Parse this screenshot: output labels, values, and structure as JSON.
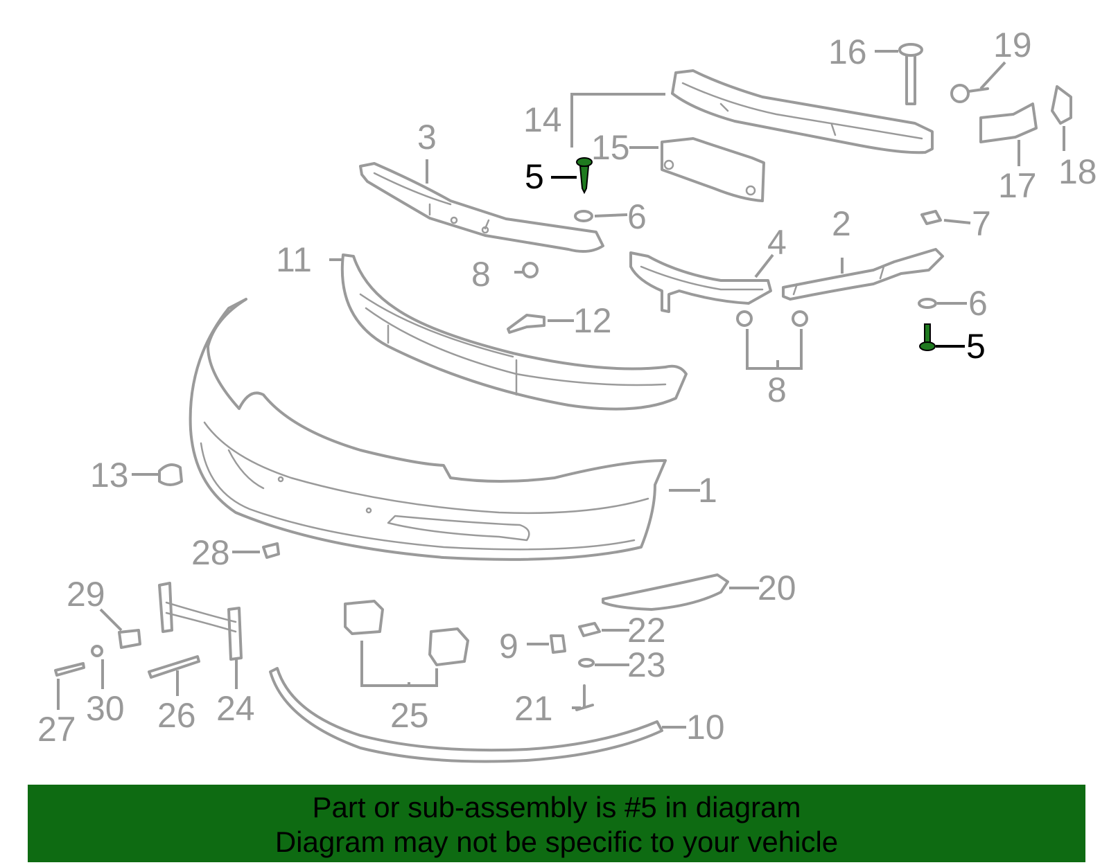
{
  "diagram": {
    "callouts": [
      {
        "id": "c1",
        "label": "1",
        "highlighted": false
      },
      {
        "id": "c2",
        "label": "2",
        "highlighted": false
      },
      {
        "id": "c3",
        "label": "3",
        "highlighted": false
      },
      {
        "id": "c4",
        "label": "4",
        "highlighted": false
      },
      {
        "id": "c5a",
        "label": "5",
        "highlighted": true
      },
      {
        "id": "c5b",
        "label": "5",
        "highlighted": true
      },
      {
        "id": "c6a",
        "label": "6",
        "highlighted": false
      },
      {
        "id": "c6b",
        "label": "6",
        "highlighted": false
      },
      {
        "id": "c7",
        "label": "7",
        "highlighted": false
      },
      {
        "id": "c8a",
        "label": "8",
        "highlighted": false
      },
      {
        "id": "c8b",
        "label": "8",
        "highlighted": false
      },
      {
        "id": "c9",
        "label": "9",
        "highlighted": false
      },
      {
        "id": "c10",
        "label": "10",
        "highlighted": false
      },
      {
        "id": "c11",
        "label": "11",
        "highlighted": false
      },
      {
        "id": "c12",
        "label": "12",
        "highlighted": false
      },
      {
        "id": "c13",
        "label": "13",
        "highlighted": false
      },
      {
        "id": "c14",
        "label": "14",
        "highlighted": false
      },
      {
        "id": "c15",
        "label": "15",
        "highlighted": false
      },
      {
        "id": "c16",
        "label": "16",
        "highlighted": false
      },
      {
        "id": "c17",
        "label": "17",
        "highlighted": false
      },
      {
        "id": "c18",
        "label": "18",
        "highlighted": false
      },
      {
        "id": "c19",
        "label": "19",
        "highlighted": false
      },
      {
        "id": "c20",
        "label": "20",
        "highlighted": false
      },
      {
        "id": "c21",
        "label": "21",
        "highlighted": false
      },
      {
        "id": "c22",
        "label": "22",
        "highlighted": false
      },
      {
        "id": "c23",
        "label": "23",
        "highlighted": false
      },
      {
        "id": "c24",
        "label": "24",
        "highlighted": false
      },
      {
        "id": "c25",
        "label": "25",
        "highlighted": false
      },
      {
        "id": "c26",
        "label": "26",
        "highlighted": false
      },
      {
        "id": "c27",
        "label": "27",
        "highlighted": false
      },
      {
        "id": "c28",
        "label": "28",
        "highlighted": false
      },
      {
        "id": "c29",
        "label": "29",
        "highlighted": false
      },
      {
        "id": "c30",
        "label": "30",
        "highlighted": false
      }
    ],
    "colors": {
      "part_outline": "#9a9a9a",
      "label_text": "#999999",
      "highlight_part": "#1f7a1f",
      "highlight_label": "#000000"
    }
  },
  "banner": {
    "line1": "Part or sub-assembly is #5 in diagram",
    "line2": "Diagram may not be specific to your vehicle",
    "background": "#0e6b12"
  }
}
